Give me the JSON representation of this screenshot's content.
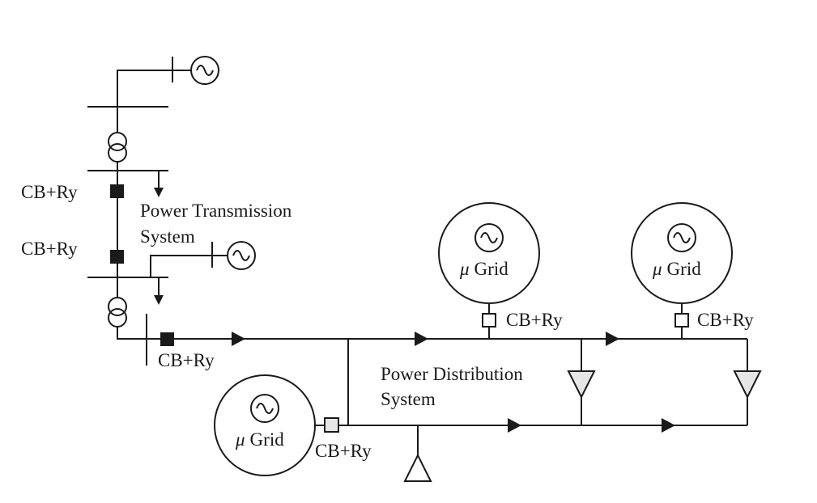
{
  "diagram": {
    "labels": {
      "cb_tx_upper": "CB+Ry",
      "cb_tx_lower": "CB+Ry",
      "cb_feeder": "CB+Ry",
      "cb_mg1": "CB+Ry",
      "cb_mg2": "CB+Ry",
      "cb_mg3": "CB+Ry",
      "transmission_line1": "Power Transmission",
      "transmission_line2": "System",
      "distribution_line1": "Power Distribution",
      "distribution_line2": "System",
      "mg1_mu": "μ",
      "mg1_name": "Grid",
      "mg2_mu": "μ",
      "mg2_name": "Grid",
      "mg3_mu": "μ",
      "mg3_name": "Grid"
    },
    "icons": {
      "generator": "sine-wave-in-circle",
      "transformer": "two-winding-transformer",
      "breaker_closed": "filled-square",
      "breaker_microgrid": "hollow-square",
      "load": "triangle",
      "power_flow": "filled-arrowhead"
    },
    "colors": {
      "line": "#1a1a1a",
      "breaker_closed": "#1a1a1a",
      "breaker_open": "#ffffff",
      "breaker_gray": "#e6e6e6",
      "load_fill": "#e6e6e6"
    }
  }
}
